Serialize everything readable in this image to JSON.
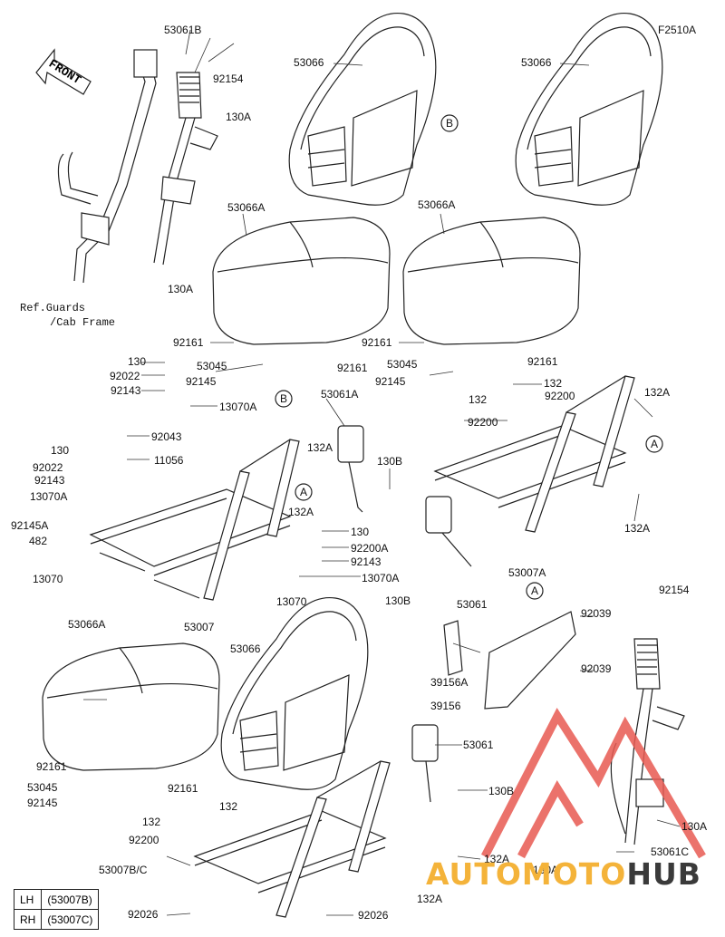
{
  "figure_id": "F2510A",
  "front_label": "FRONT",
  "ref_note": [
    "Ref.Guards",
    "/Cab Frame"
  ],
  "parts": {
    "p53061B": "53061B",
    "p92154_top": "92154",
    "p130A_1": "130A",
    "p130A_2": "130A",
    "p53066_1": "53066",
    "p53066_2": "53066",
    "p53066_3": "53066",
    "p53066A_1": "53066A",
    "p53066A_2": "53066A",
    "p53066A_3": "53066A",
    "p92161_1": "92161",
    "p92161_2": "92161",
    "p92161_3": "92161",
    "p92161_4": "92161",
    "p92161_5": "92161",
    "p92161_6": "92161",
    "p130_1": "130",
    "p92022_1": "92022",
    "p92143_1": "92143",
    "p13070A_1": "13070A",
    "p53045_1": "53045",
    "p92145_1": "92145",
    "p53045_2": "53045",
    "p92145_2": "92145",
    "p92043": "92043",
    "p130_2": "130",
    "p92022_2": "92022",
    "p11056": "11056",
    "p92143_2": "92143",
    "p13070A_2": "13070A",
    "p92145A": "92145A",
    "p482": "482",
    "p13070_1": "13070",
    "p13070_2": "13070",
    "p53007": "53007",
    "p132A_1": "132A",
    "p132A_2": "132A",
    "p53061A": "53061A",
    "p130B_1": "130B",
    "p130_3": "130",
    "p92200A": "92200A",
    "p92143_3": "92143",
    "p13070A_3": "13070A",
    "p132_1": "132",
    "p92200_1": "92200",
    "p132_2": "132",
    "p92200_2": "92200",
    "p132A_3": "132A",
    "p132A_4": "132A",
    "p53007A": "53007A",
    "p130B_2": "130B",
    "p53061_1": "53061",
    "p92039_1": "92039",
    "p92039_2": "92039",
    "p39156A": "39156A",
    "p39156": "39156",
    "p92154_2": "92154",
    "p53045_3": "53045",
    "p92145_3": "92145",
    "p53061_2": "53061",
    "p130B_3": "130B",
    "p132_3": "132",
    "p132_4": "132",
    "p92200_3": "92200",
    "p53007BC": "53007B/C",
    "p92026_1": "92026",
    "p92026_2": "92026",
    "p132A_5": "132A",
    "p132A_6": "132A",
    "p130A_3": "130A",
    "p53061C": "53061C",
    "p130A_4": "130A"
  },
  "callouts": {
    "b1": "B",
    "b2": "B",
    "a1": "A",
    "a2": "A",
    "a3": "A"
  },
  "legend": [
    {
      "side": "LH",
      "code": "(53007B)"
    },
    {
      "side": "RH",
      "code": "(53007C)"
    }
  ],
  "watermark": {
    "part1": "AUTO",
    "part2": "MOTO",
    "part3": "HUB",
    "accent": "#f4b33a",
    "logo_color": "#e85a52"
  }
}
